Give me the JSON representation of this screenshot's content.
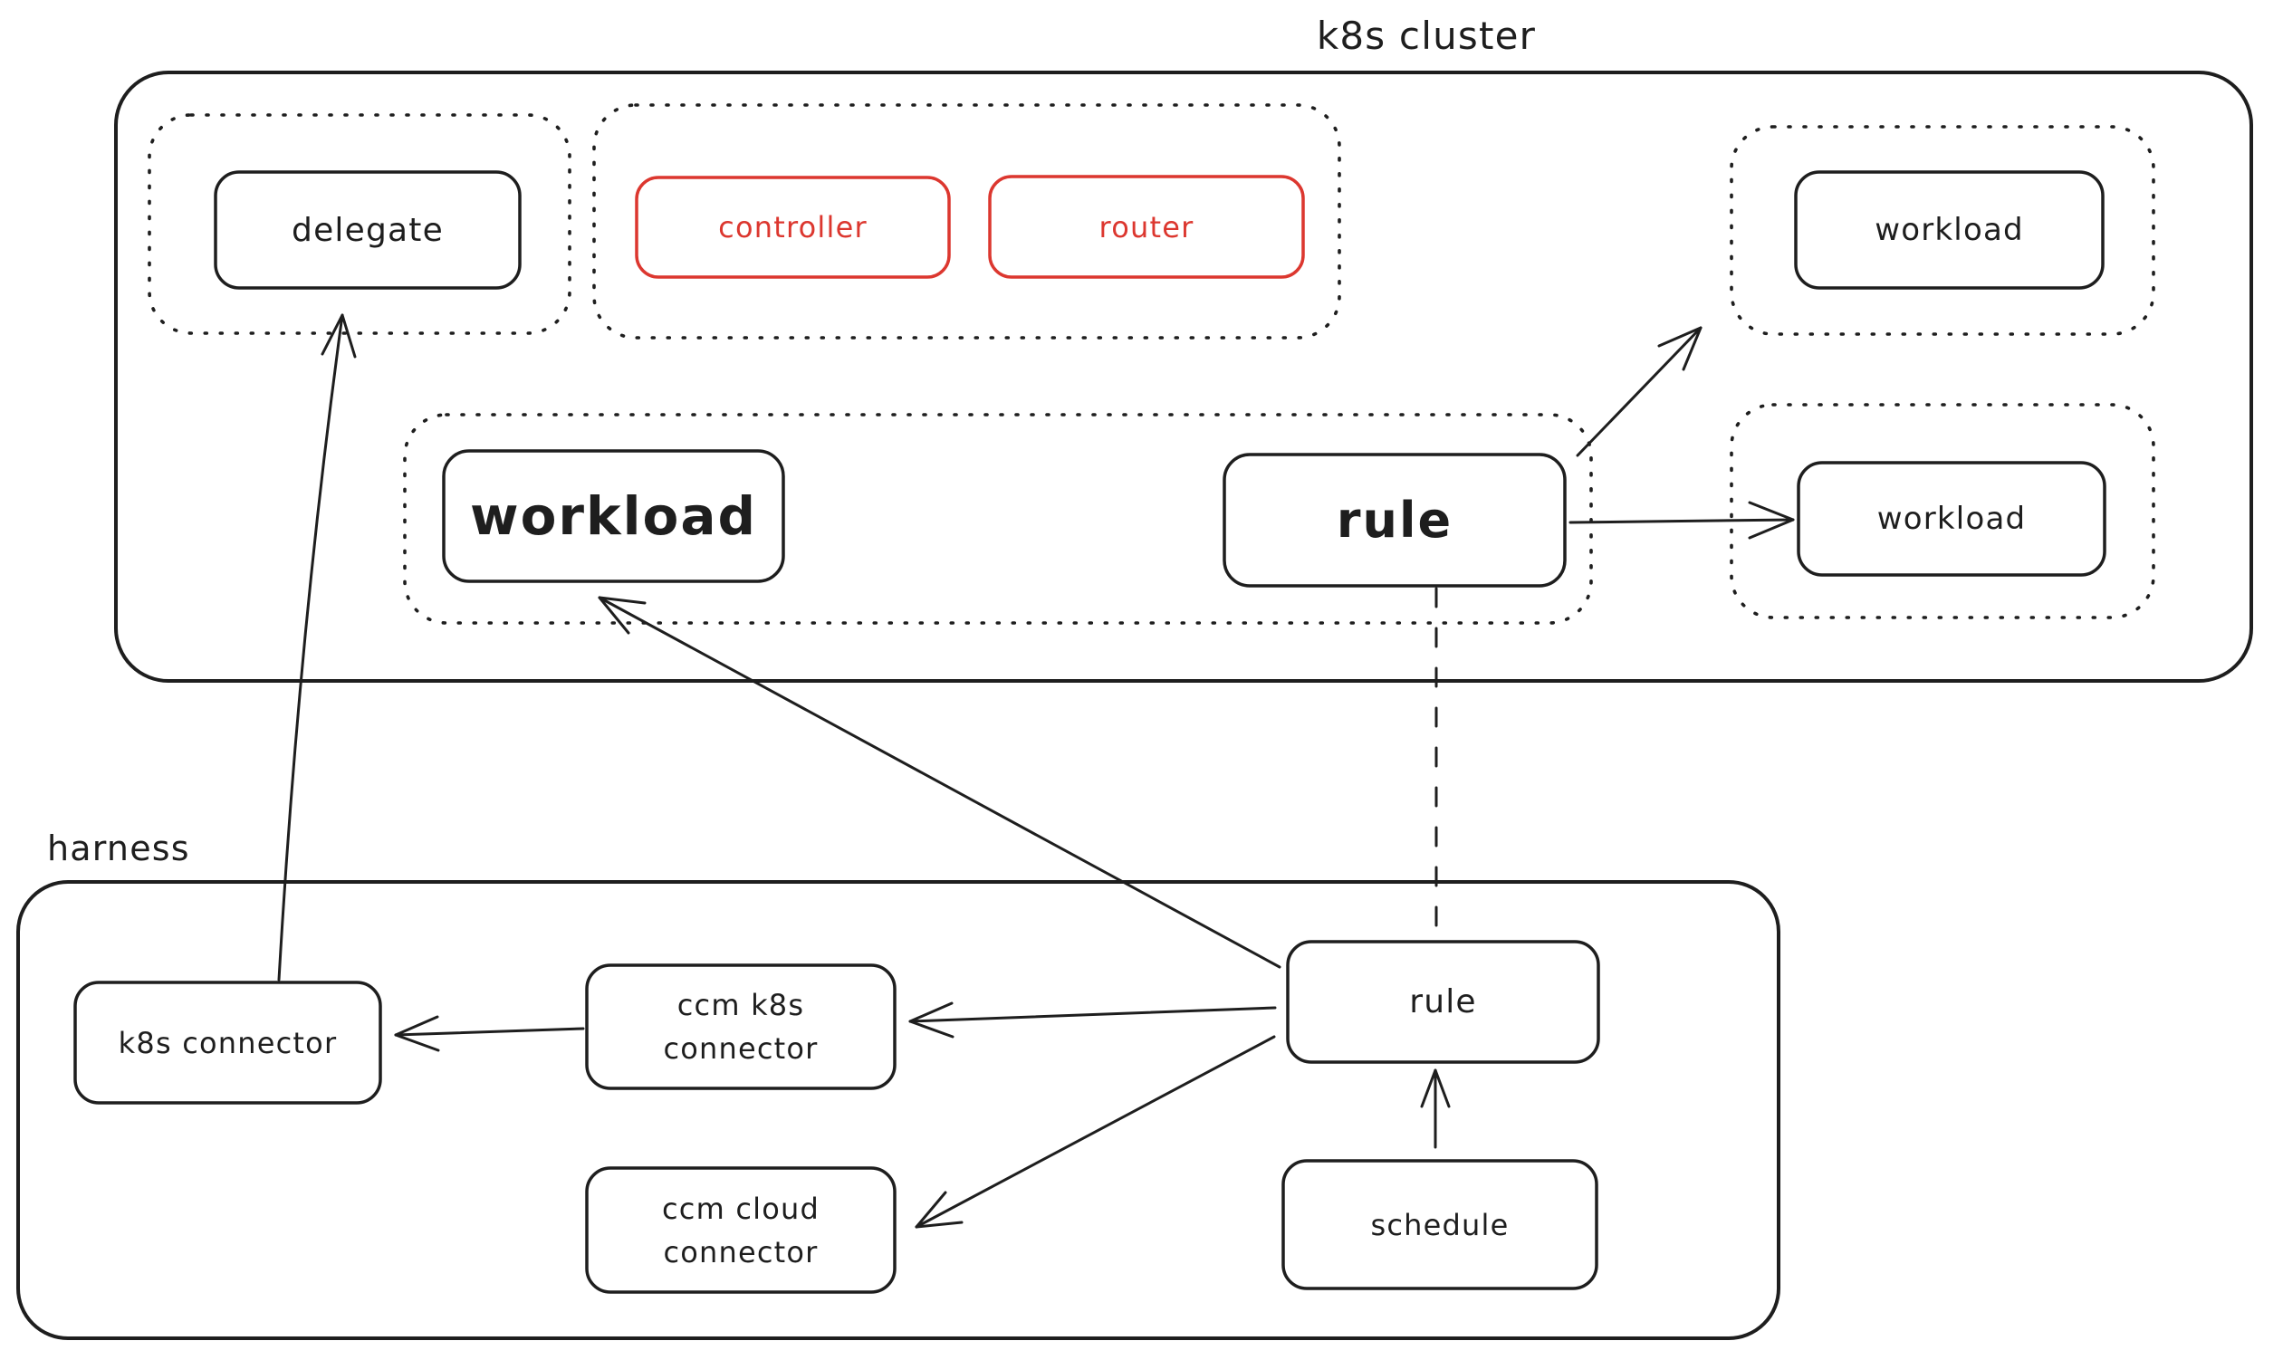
{
  "colors": {
    "ink": "#1e1e1e",
    "red": "#dc372f",
    "background": "#ffffff"
  },
  "k8s_cluster": {
    "title": "k8s cluster",
    "delegate": {
      "label": "delegate"
    },
    "controller": {
      "label": "controller"
    },
    "router": {
      "label": "router"
    },
    "workload_top_right": {
      "label": "workload"
    },
    "workload": {
      "label": "workload"
    },
    "rule": {
      "label": "rule"
    },
    "workload_right": {
      "label": "workload"
    }
  },
  "harness": {
    "title": "harness",
    "k8s_connector": {
      "label": "k8s connector"
    },
    "ccm_k8s_connector": {
      "line1": "ccm k8s",
      "line2": "connector"
    },
    "ccm_cloud_connector": {
      "line1": "ccm cloud",
      "line2": "connector"
    },
    "rule": {
      "label": "rule"
    },
    "schedule": {
      "label": "schedule"
    }
  }
}
